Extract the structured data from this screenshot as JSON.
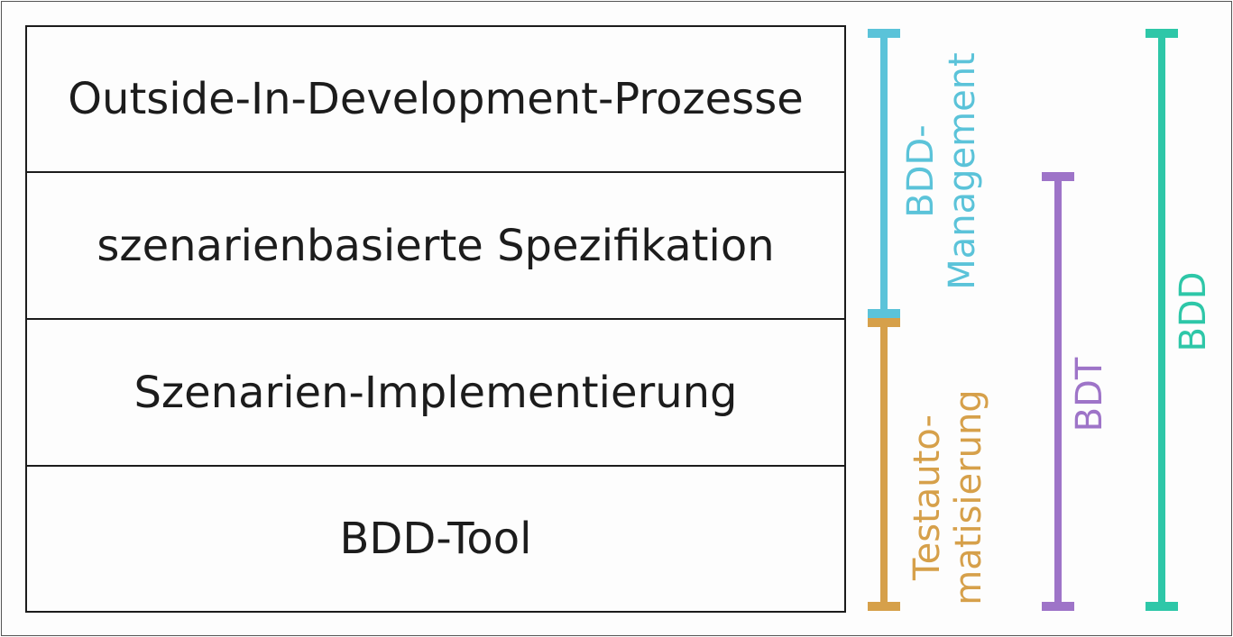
{
  "layers": [
    "Outside-In-Development-Prozesse",
    "szenarienbasierte Spezifikation",
    "Szenarien-Implementierung",
    "BDD-Tool"
  ],
  "brackets": {
    "management": {
      "line1": "BDD-",
      "line2": "Management",
      "color": "#5bc3d9"
    },
    "testautomation": {
      "line1": "Testauto-",
      "line2": "matisierung",
      "color": "#d6a04a"
    },
    "bdt": {
      "label": "BDT",
      "color": "#9e74c8"
    },
    "bdd": {
      "label": "BDD",
      "color": "#2ec7a8"
    }
  },
  "colors": {
    "border": "#1c1c1c",
    "text": "#1c1c1c"
  }
}
